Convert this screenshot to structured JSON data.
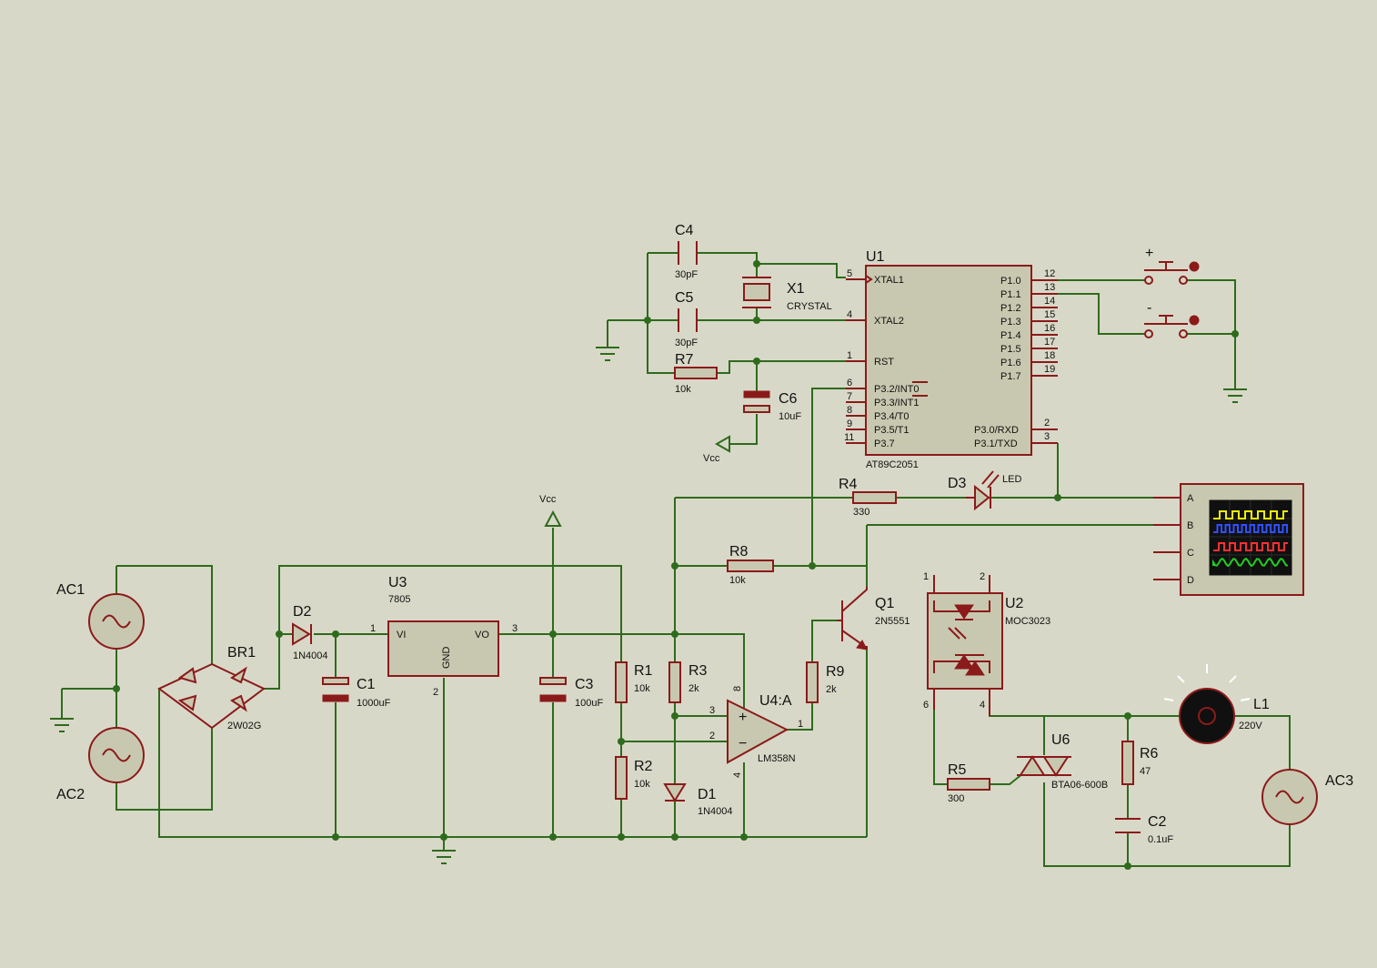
{
  "components": {
    "c4": {
      "ref": "C4",
      "value": "30pF"
    },
    "c5": {
      "ref": "C5",
      "value": "30pF"
    },
    "x1": {
      "ref": "X1",
      "value": "CRYSTAL"
    },
    "r7": {
      "ref": "R7",
      "value": "10k"
    },
    "c6": {
      "ref": "C6",
      "value": "10uF"
    },
    "vcc1": {
      "label": "Vcc"
    },
    "vcc2": {
      "label": "Vcc"
    },
    "u1": {
      "ref": "U1",
      "value": "AT89C2051",
      "left_pins": [
        {
          "num": "5",
          "name": "XTAL1"
        },
        {
          "num": "4",
          "name": "XTAL2"
        },
        {
          "num": "1",
          "name": "RST"
        },
        {
          "num": "6",
          "name": "P3.2/INT0"
        },
        {
          "num": "7",
          "name": "P3.3/INT1"
        },
        {
          "num": "8",
          "name": "P3.4/T0"
        },
        {
          "num": "9",
          "name": "P3.5/T1"
        },
        {
          "num": "11",
          "name": "P3.7"
        }
      ],
      "right_pins": [
        {
          "num": "12",
          "name": "P1.0"
        },
        {
          "num": "13",
          "name": "P1.1"
        },
        {
          "num": "14",
          "name": "P1.2"
        },
        {
          "num": "15",
          "name": "P1.3"
        },
        {
          "num": "16",
          "name": "P1.4"
        },
        {
          "num": "17",
          "name": "P1.5"
        },
        {
          "num": "18",
          "name": "P1.6"
        },
        {
          "num": "19",
          "name": "P1.7"
        },
        {
          "num": "2",
          "name": "P3.0/RXD"
        },
        {
          "num": "3",
          "name": "P3.1/TXD"
        }
      ]
    },
    "btn_plus": {
      "label": "+"
    },
    "btn_minus": {
      "label": "-"
    },
    "r4": {
      "ref": "R4",
      "value": "330"
    },
    "d3": {
      "ref": "D3",
      "value": "LED"
    },
    "scope": {
      "channels": [
        "A",
        "B",
        "C",
        "D"
      ],
      "trace_colors": [
        "#f0f000",
        "#3050ff",
        "#ff3030",
        "#20d020"
      ]
    },
    "r8": {
      "ref": "R8",
      "value": "10k"
    },
    "q1": {
      "ref": "Q1",
      "value": "2N5551"
    },
    "u2": {
      "ref": "U2",
      "value": "MOC3023",
      "pins": [
        "1",
        "2",
        "6",
        "4"
      ]
    },
    "ac1": {
      "ref": "AC1"
    },
    "ac2": {
      "ref": "AC2"
    },
    "ac3": {
      "ref": "AC3"
    },
    "br1": {
      "ref": "BR1",
      "value": "2W02G"
    },
    "d2": {
      "ref": "D2",
      "value": "1N4004"
    },
    "c1": {
      "ref": "C1",
      "value": "1000uF"
    },
    "u3": {
      "ref": "U3",
      "value": "7805",
      "vi": "VI",
      "vo": "VO",
      "gnd": "GND",
      "pin_in": "1",
      "pin_out": "3",
      "pin_gnd": "2"
    },
    "c3": {
      "ref": "C3",
      "value": "100uF"
    },
    "r1": {
      "ref": "R1",
      "value": "10k"
    },
    "r2": {
      "ref": "R2",
      "value": "10k"
    },
    "r3": {
      "ref": "R3",
      "value": "2k"
    },
    "d1": {
      "ref": "D1",
      "value": "1N4004"
    },
    "u4": {
      "ref": "U4:A",
      "value": "LM358N",
      "pin_plus": "3",
      "pin_minus": "2",
      "pin_out": "1",
      "pin_vcc": "8",
      "pin_gnd": "4"
    },
    "r9": {
      "ref": "R9",
      "value": "2k"
    },
    "r5": {
      "ref": "R5",
      "value": "300"
    },
    "u6": {
      "ref": "U6",
      "value": "BTA06-600B"
    },
    "r6": {
      "ref": "R6",
      "value": "47"
    },
    "c2": {
      "ref": "C2",
      "value": "0.1uF"
    },
    "l1": {
      "ref": "L1",
      "value": "220V"
    }
  }
}
